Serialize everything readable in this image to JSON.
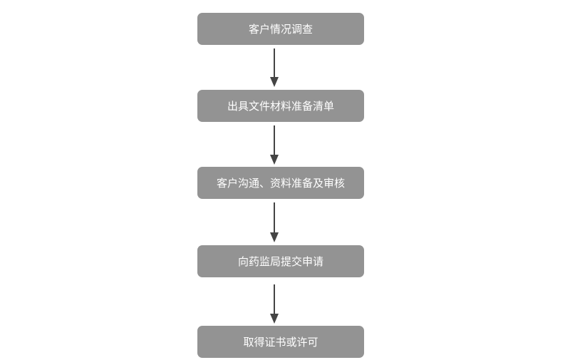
{
  "steps": [
    {
      "label": "客户情况调查"
    },
    {
      "label": "出具文件材料准备清单"
    },
    {
      "label": "客户沟通、资料准备及审核"
    },
    {
      "label": "向药监局提交申请"
    },
    {
      "label": "取得证书或许可"
    }
  ],
  "colors": {
    "box": "#939393",
    "text": "#ffffff",
    "arrow": "#444444"
  }
}
